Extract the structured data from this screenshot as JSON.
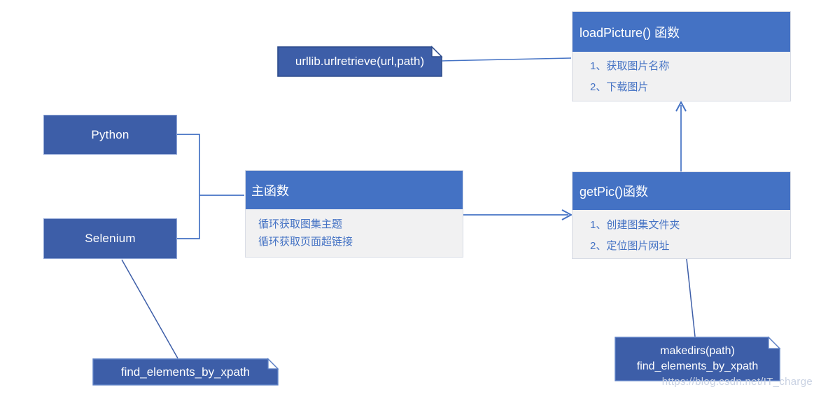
{
  "palette": {
    "header_blue": "#4472C4",
    "box_blue": "#3D5EA8",
    "body_bg": "#F1F1F2",
    "body_text_blue": "#4472C4",
    "connector_blue": "#4472C4",
    "note_border": "#2E4C8C",
    "watermark_gray_blue": "#C8D1E2"
  },
  "nodes": {
    "python": {
      "label": "Python"
    },
    "selenium": {
      "label": "Selenium"
    },
    "main_fn": {
      "title": "主函数",
      "items": [
        "循环获取图集主题",
        "循环获取页面超链接"
      ]
    },
    "load_picture": {
      "title": "loadPicture() 函数",
      "items": [
        "1、获取图片名称",
        "2、下载图片"
      ]
    },
    "get_pic": {
      "title": "getPic()函数",
      "items": [
        "1、创建图集文件夹",
        "2、定位图片网址"
      ]
    },
    "urllib_note": {
      "label": "urllib.urlretrieve(url,path)"
    },
    "xpath_note": {
      "label": "find_elements_by_xpath"
    },
    "makedirs_note": {
      "lines": [
        "makedirs(path)",
        "find_elements_by_xpath"
      ]
    }
  },
  "connections": [
    {
      "from": "python",
      "to": "main_fn",
      "type": "bracket-line"
    },
    {
      "from": "selenium",
      "to": "main_fn",
      "type": "bracket-line"
    },
    {
      "from": "main_fn",
      "to": "get_pic",
      "type": "arrow"
    },
    {
      "from": "get_pic",
      "to": "load_picture",
      "type": "arrow"
    },
    {
      "from": "urllib_note",
      "to": "load_picture",
      "type": "line"
    },
    {
      "from": "selenium",
      "to": "xpath_note",
      "type": "line"
    },
    {
      "from": "get_pic",
      "to": "makedirs_note",
      "type": "line"
    }
  ],
  "watermark": "https://blog.csdn.net/IT_charge"
}
